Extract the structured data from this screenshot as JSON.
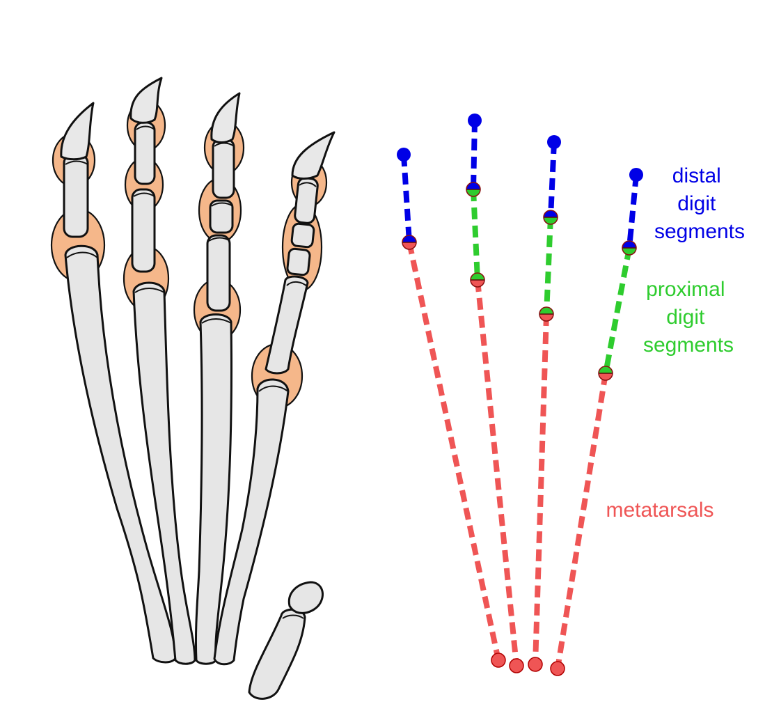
{
  "colors": {
    "distal": "#0000e6",
    "proximal": "#2ecc2e",
    "metatarsal": "#ef5555",
    "bone_fill": "#e6e6e6",
    "joint_pad": "#f5b78a",
    "outline": "#111111"
  },
  "labels": {
    "distal": [
      "distal",
      "digit",
      "segments"
    ],
    "proximal": [
      "proximal",
      "digit",
      "segments"
    ],
    "metatarsal": [
      "metatarsals"
    ]
  }
}
